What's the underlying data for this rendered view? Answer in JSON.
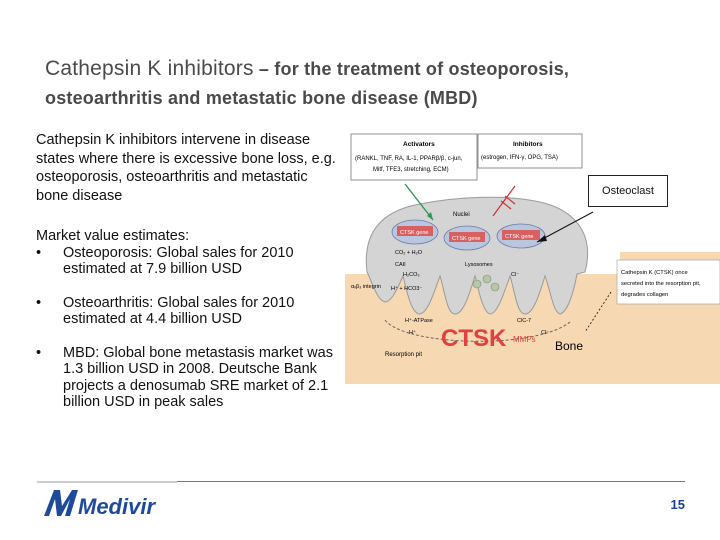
{
  "title": {
    "main": "Cathepsin K inhibitors",
    "dash_rest": " – for the treatment of osteoporosis,",
    "line2": "osteoarthritis and metastatic bone disease (MBD)"
  },
  "intro": "Cathepsin K inhibitors intervene in disease states where there is excessive bone loss, e.g. osteoporosis, osteoarthritis and metastatic bone disease",
  "market": {
    "heading": "Market value estimates:",
    "bullet_char": "•",
    "bullets": [
      "Osteoporosis: Global sales for 2010 estimated at 7.9 billion USD",
      "Osteoarthritis: Global sales for 2010 estimated at  4.4 billion USD",
      "MBD: Global bone metastasis market was 1.3 billion USD in 2008. Deutsche Bank projects a denosumab SRE market of 2.1 billion USD in peak sales"
    ]
  },
  "diagram": {
    "activators_title": "Activators",
    "activators_line1": "(RANKL, TNF, RA, IL-1, PPARβ/β, c-jun,",
    "activators_line2": "Mitf, TFE3, stretching, ECM)",
    "inhibitors_title": "Inhibitors",
    "inhibitors_line1": "(estrogen, IFN-γ, OPG, TSA)",
    "nuclei": "Nuclei",
    "ctsk_gene": "CTSK gene",
    "co2": "CO₂ + H₂O",
    "cai": "CAII",
    "h2co3": "H₂CO₃",
    "lysosomes": "Lysosomes",
    "cl": "Cl⁻",
    "h_hco3": "H⁺ + HCO3⁻",
    "integrin": "αᵥβ₃ integrin",
    "atpase": "H⁺-ATPase",
    "h_ion": "H⁺",
    "clc7": "ClC-7",
    "cl2": "Cl⁻",
    "resorption_pit": "Resorption pit",
    "ctsk_big": "CTSK",
    "mmps": "MMPs",
    "bone": "Bone",
    "secreted_note_line1": "Cathepsin K (CTSK) once",
    "secreted_note_line2": "secreted into the resorption pit,",
    "secreted_note_line3": "degrades collagen",
    "osteoclast": "Osteoclast"
  },
  "colors": {
    "title": "#4a4a4a",
    "bone": "#f6d9b3",
    "cell": "#d4d4d4",
    "ctsk": "#e04040",
    "gene_box": "#d86060",
    "page_num": "#1b3f8f",
    "logo": "#1f4a9c"
  },
  "footer": {
    "logo_text": "Medivir",
    "page_number": "15"
  }
}
